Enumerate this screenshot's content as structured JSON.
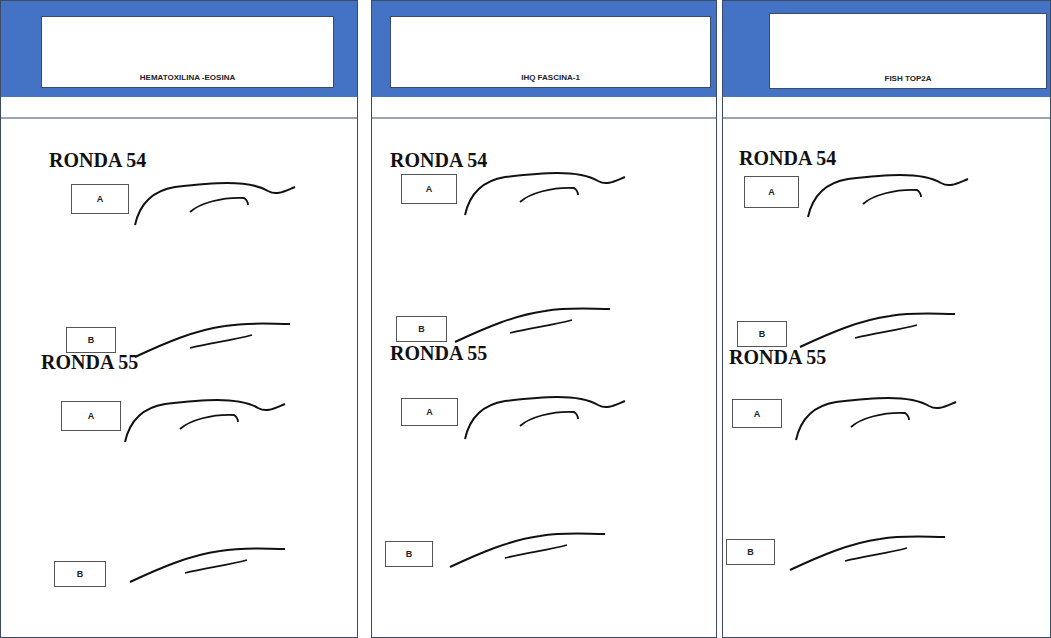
{
  "diagram": {
    "nodes": [
      {
        "text": [
          "RONDA 54",
          "RONDA 55"
        ]
      },
      {
        "text": [
          "HEMATOXILINA -EOSINA"
        ],
        "in": 0
      },
      {
        "text": [
          "A"
        ],
        "in": 0
      },
      {
        "text": [
          "B"
        ],
        "in": 0
      },
      {
        "text": [
          "A"
        ],
        "in": 0
      },
      {
        "text": [
          "B"
        ],
        "in": 0
      },
      {
        "text": [
          "RONDA 54",
          "RONDA 55"
        ]
      },
      {
        "text": [
          "IHQ FASCINA-1"
        ],
        "in": 6
      },
      {
        "text": [
          "A"
        ],
        "in": 6
      },
      {
        "text": [
          "B"
        ],
        "in": 6
      },
      {
        "text": [
          "A"
        ],
        "in": 6
      },
      {
        "text": [
          "B"
        ],
        "in": 6
      },
      {
        "text": [
          "RONDA 54",
          "RONDA 55"
        ]
      },
      {
        "text": [
          "FISH TOP2A"
        ],
        "in": 12
      },
      {
        "text": [
          "A"
        ],
        "in": 12
      },
      {
        "text": [
          "B"
        ],
        "in": 12
      },
      {
        "text": [
          "A"
        ],
        "in": 12
      },
      {
        "text": [
          "B"
        ],
        "in": 12
      }
    ]
  }
}
